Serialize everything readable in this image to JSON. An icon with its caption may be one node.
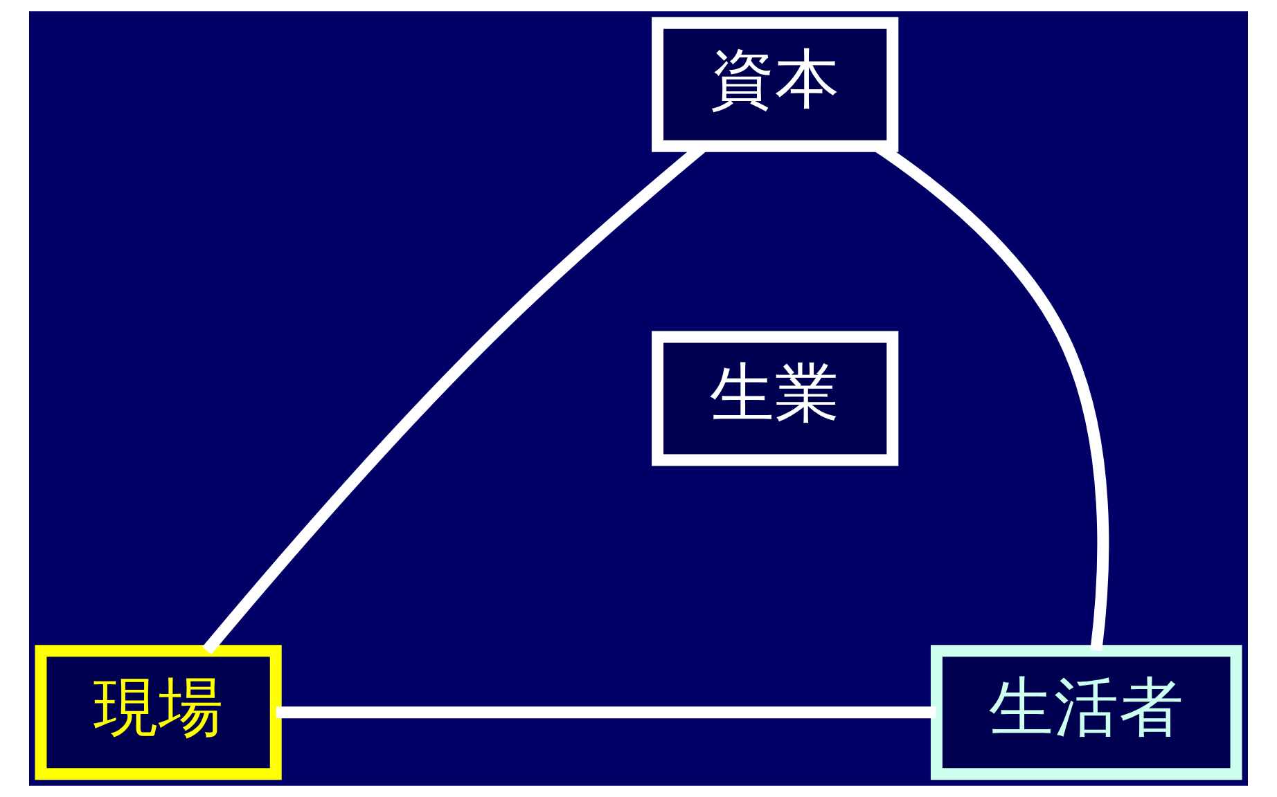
{
  "diagram": {
    "nodes": [
      {
        "text": [
          "資本"
        ]
      },
      {
        "text": [
          "生業"
        ]
      },
      {
        "text": [
          "現場"
        ]
      },
      {
        "text": [
          "生活者"
        ]
      }
    ],
    "edges": [
      {
        "from": 0,
        "to": 2,
        "arrow": "none"
      },
      {
        "from": 0,
        "to": 3,
        "arrow": "none"
      },
      {
        "from": 2,
        "to": 3,
        "arrow": "none"
      }
    ]
  }
}
